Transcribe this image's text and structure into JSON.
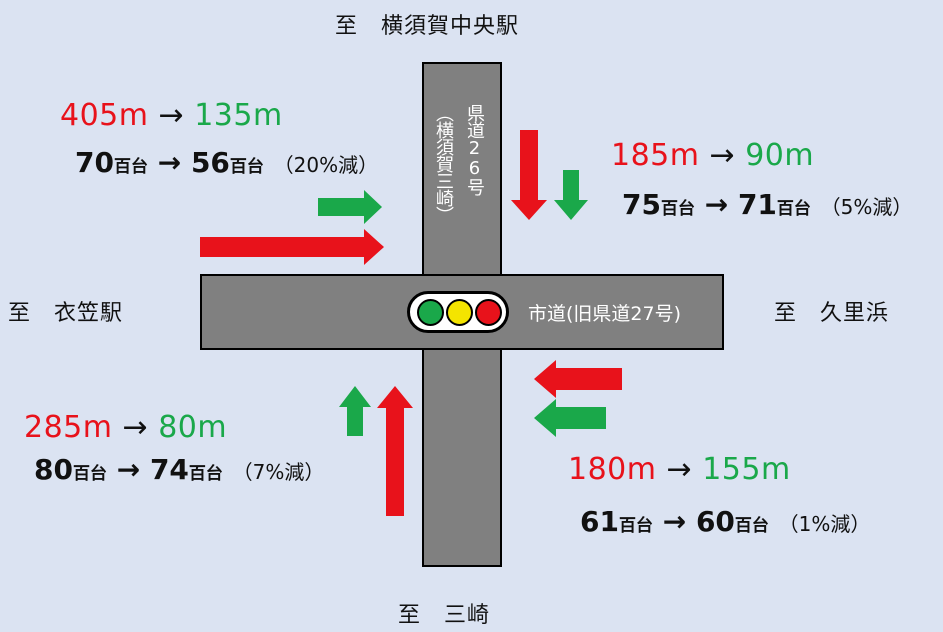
{
  "destinations": {
    "north": "至　横須賀中央駅",
    "west": "至　衣笠駅",
    "east": "至　久里浜",
    "south": "至　三崎"
  },
  "roads": {
    "vertical_name": "県道26号",
    "vertical_alias": "（横須賀三崎）",
    "horizontal_name": "市道(旧県道27号)"
  },
  "colors": {
    "before": "#e8121b",
    "after": "#1aa84a",
    "road": "#808080",
    "background": "#dbe3f2"
  },
  "approaches": {
    "west": {
      "length_before": "405m",
      "length_after": "135m",
      "volume_before": "70",
      "volume_after": "56",
      "unit": "百台",
      "reduction": "（20%減）"
    },
    "north": {
      "length_before": "185m",
      "length_after": "90m",
      "volume_before": "75",
      "volume_after": "71",
      "unit": "百台",
      "reduction": "（5%減）"
    },
    "south": {
      "length_before": "285m",
      "length_after": "80m",
      "volume_before": "80",
      "volume_after": "74",
      "unit": "百台",
      "reduction": "（7%減）"
    },
    "east": {
      "length_before": "180m",
      "length_after": "155m",
      "volume_before": "61",
      "volume_after": "60",
      "unit": "百台",
      "reduction": "（1%減）"
    }
  },
  "arrow_glyph": "→"
}
